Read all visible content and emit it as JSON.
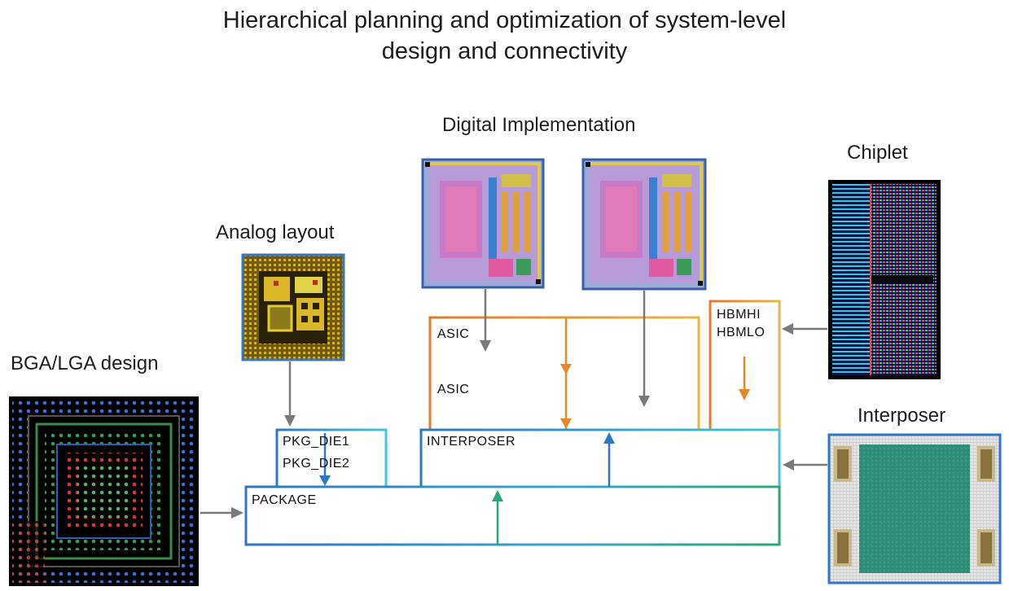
{
  "title": {
    "line1": "Hierarchical planning and optimization of system-level",
    "line2": "design and connectivity"
  },
  "labels": {
    "digital": "Digital Implementation",
    "analog": "Analog layout",
    "chiplet": "Chiplet",
    "bga": "BGA/LGA design",
    "interposer": "Interposer"
  },
  "blocks": {
    "asic_top": "ASIC",
    "asic_bottom": "ASIC",
    "hbm_hi": "HBMHI",
    "hbm_lo": "HBMLO",
    "pkg_die1": "PKG_DIE1",
    "pkg_die2": "PKG_DIE2",
    "interposer": "INTERPOSER",
    "package": "PACKAGE"
  },
  "colors": {
    "orange": "#e8862a",
    "gold": "#e8b13a",
    "blue": "#2f76c4",
    "cyan": "#3fc1d8",
    "green": "#2aa87a",
    "gray_arrow": "#7a7a7a"
  }
}
